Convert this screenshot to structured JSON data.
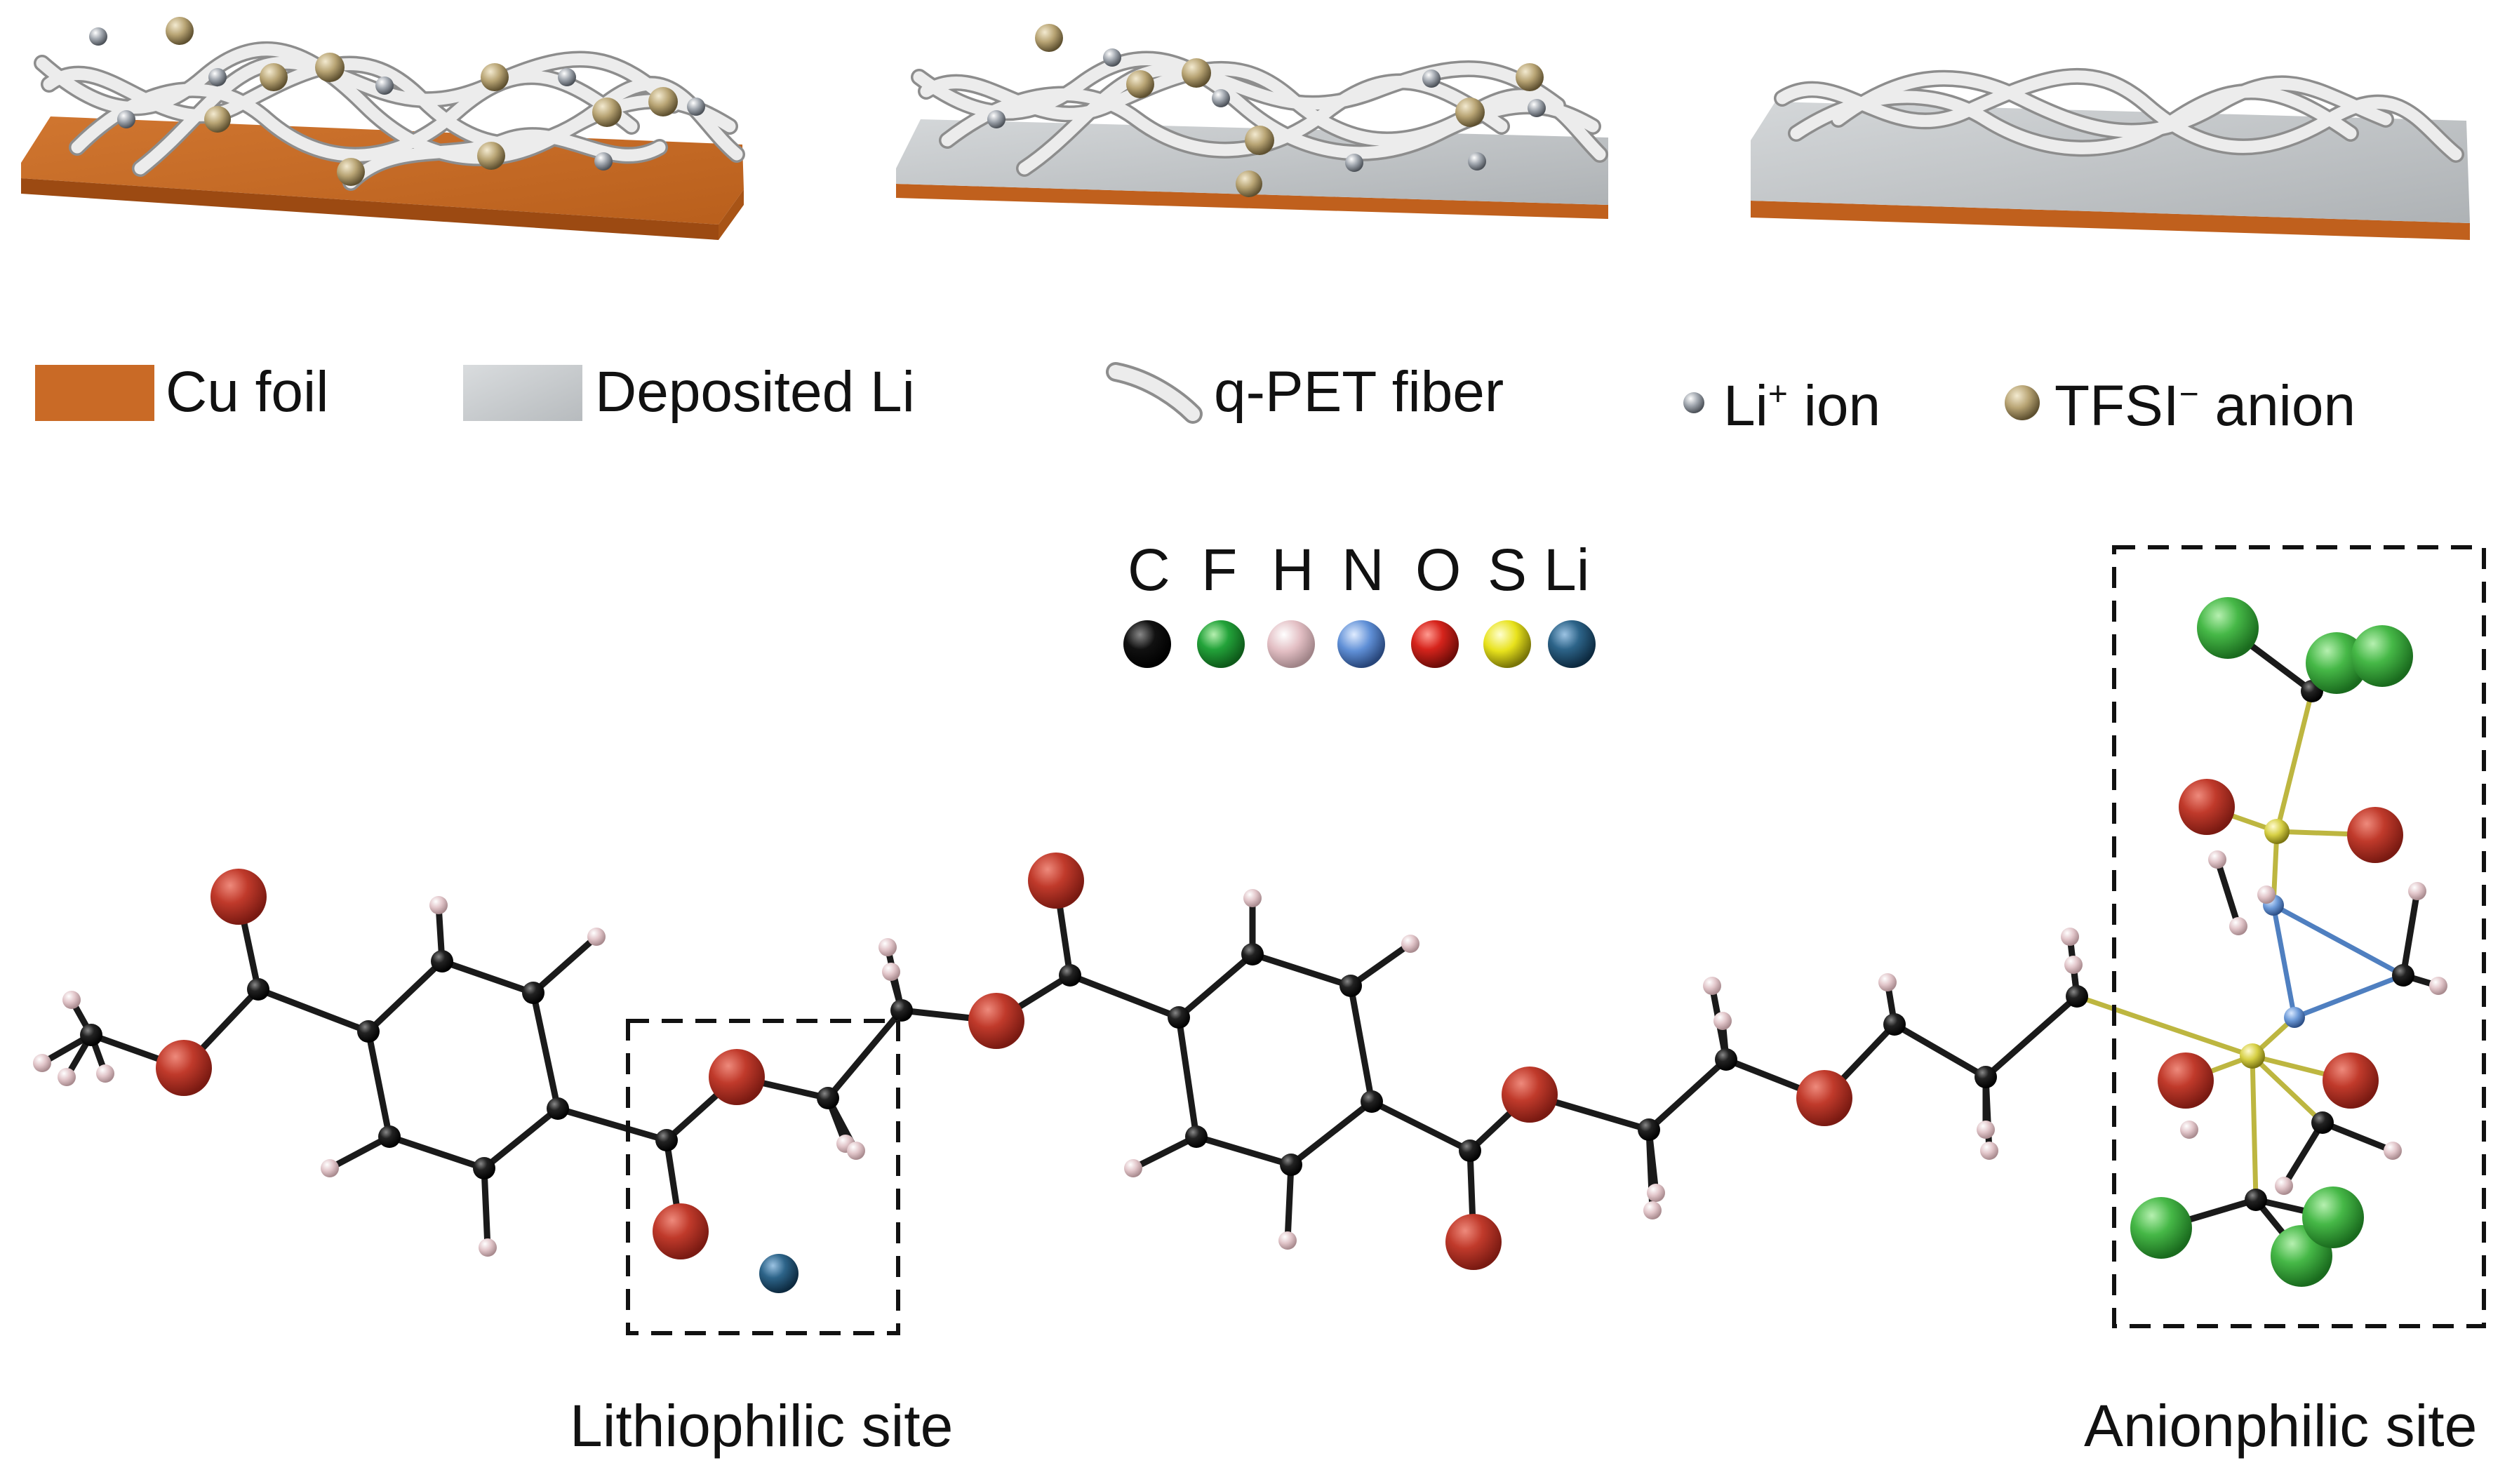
{
  "legend": {
    "cu_foil": "Cu foil",
    "deposited_li": "Deposited Li",
    "fiber": "q-PET fiber",
    "li_ion_prefix": "Li",
    "li_ion_sup": "+",
    "li_ion_suffix": " ion",
    "tfsi_prefix": "TFSI",
    "tfsi_sup": "−",
    "tfsi_suffix": " anion"
  },
  "elements": [
    {
      "symbol": "C",
      "color": "#1a1a1a"
    },
    {
      "symbol": "F",
      "color": "#23a33a"
    },
    {
      "symbol": "H",
      "color": "#e3bfc4"
    },
    {
      "symbol": "N",
      "color": "#5f8fd6"
    },
    {
      "symbol": "O",
      "color": "#d6241c"
    },
    {
      "symbol": "S",
      "color": "#e8e21c"
    },
    {
      "symbol": "Li",
      "color": "#2d6489"
    }
  ],
  "sites": {
    "lithiophilic": "Lithiophilic site",
    "anionphilic": "Anionphilic site"
  },
  "colors": {
    "cu_foil": "#cc6b22",
    "deposited_li": "#c4c8ca",
    "fiber": "#e4e4e4",
    "li_ion": "#9aa0a8",
    "tfsi": "#b8a474",
    "oxygen_atom": "#b8392a",
    "hydrogen_atom": "#e3c9cc",
    "fluorine_atom": "#45b54a",
    "nitrogen_atom": "#6d9ad8",
    "sulfur_atom": "#cfc840",
    "lithium_atom": "#2d6489"
  }
}
